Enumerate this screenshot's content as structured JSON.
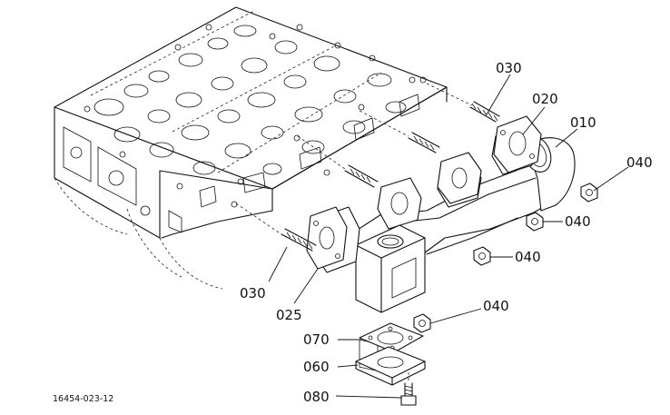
{
  "figure_number": "16454-023-12",
  "callouts": [
    {
      "id": "030-top",
      "label": "030"
    },
    {
      "id": "020",
      "label": "020"
    },
    {
      "id": "010",
      "label": "010"
    },
    {
      "id": "040-right",
      "label": "040"
    },
    {
      "id": "040-mid",
      "label": "040"
    },
    {
      "id": "040-center",
      "label": "040"
    },
    {
      "id": "040-lower",
      "label": "040"
    },
    {
      "id": "030-left",
      "label": "030"
    },
    {
      "id": "025",
      "label": "025"
    },
    {
      "id": "070",
      "label": "070"
    },
    {
      "id": "060",
      "label": "060"
    },
    {
      "id": "080",
      "label": "080"
    }
  ],
  "parts": [
    "cylinder-head",
    "exhaust-manifold",
    "manifold-gasket",
    "stud-bolt",
    "nut",
    "flange-gasket",
    "flange-plate",
    "flange-bolt"
  ]
}
